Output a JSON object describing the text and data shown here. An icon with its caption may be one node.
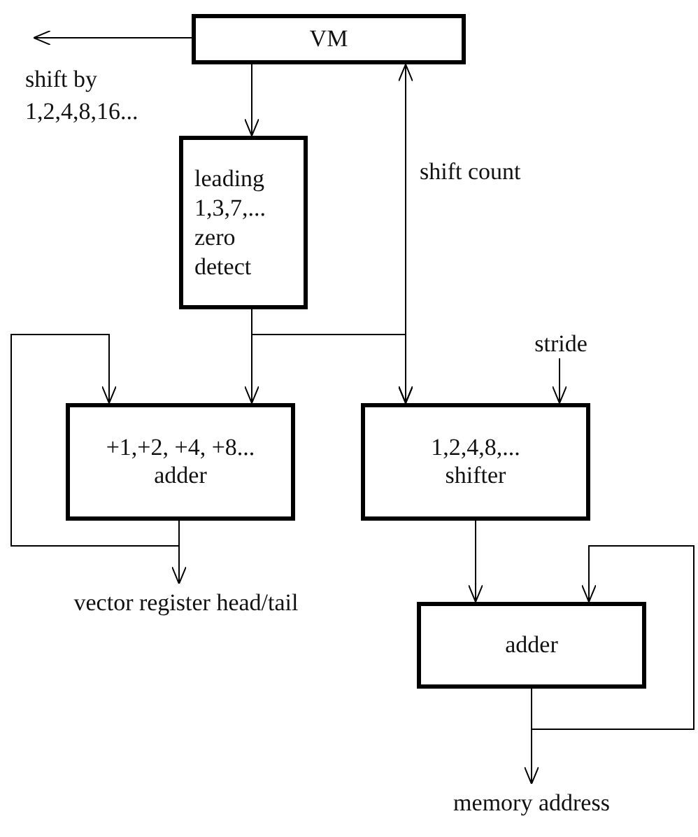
{
  "diagram": {
    "nodes": [
      {
        "text": [
          "VM"
        ]
      },
      {
        "text": [
          "leading 1,3,7,... zero detect"
        ]
      },
      {
        "text": [
          "+1,+2, +4, +8...",
          "adder"
        ]
      },
      {
        "text": [
          "stride"
        ]
      },
      {
        "text": [
          "1,2,4,8,...",
          "shifter"
        ]
      },
      {
        "text": [
          "adder"
        ]
      },
      {
        "text": [
          "vector register head/tail"
        ]
      },
      {
        "text": [
          "memory address"
        ]
      }
    ],
    "edges": [
      {
        "from": 0,
        "to": null,
        "arrow": "to",
        "label": "shift by 1,2,4,8,16..."
      },
      {
        "from": 0,
        "to": 1,
        "arrow": "to"
      },
      {
        "from": 0,
        "to": 4,
        "arrow": "both",
        "label": "shift count"
      },
      {
        "from": 1,
        "to": 2,
        "arrow": "to"
      },
      {
        "from": 1,
        "to": 4,
        "arrow": "to"
      },
      {
        "from": 2,
        "to": 2,
        "arrow": "to"
      },
      {
        "from": 2,
        "to": 6,
        "arrow": "to"
      },
      {
        "from": 3,
        "to": 4,
        "arrow": "to"
      },
      {
        "from": 4,
        "to": 5,
        "arrow": "to"
      },
      {
        "from": 5,
        "to": 5,
        "arrow": "to"
      },
      {
        "from": 5,
        "to": 7,
        "arrow": "to"
      }
    ]
  }
}
